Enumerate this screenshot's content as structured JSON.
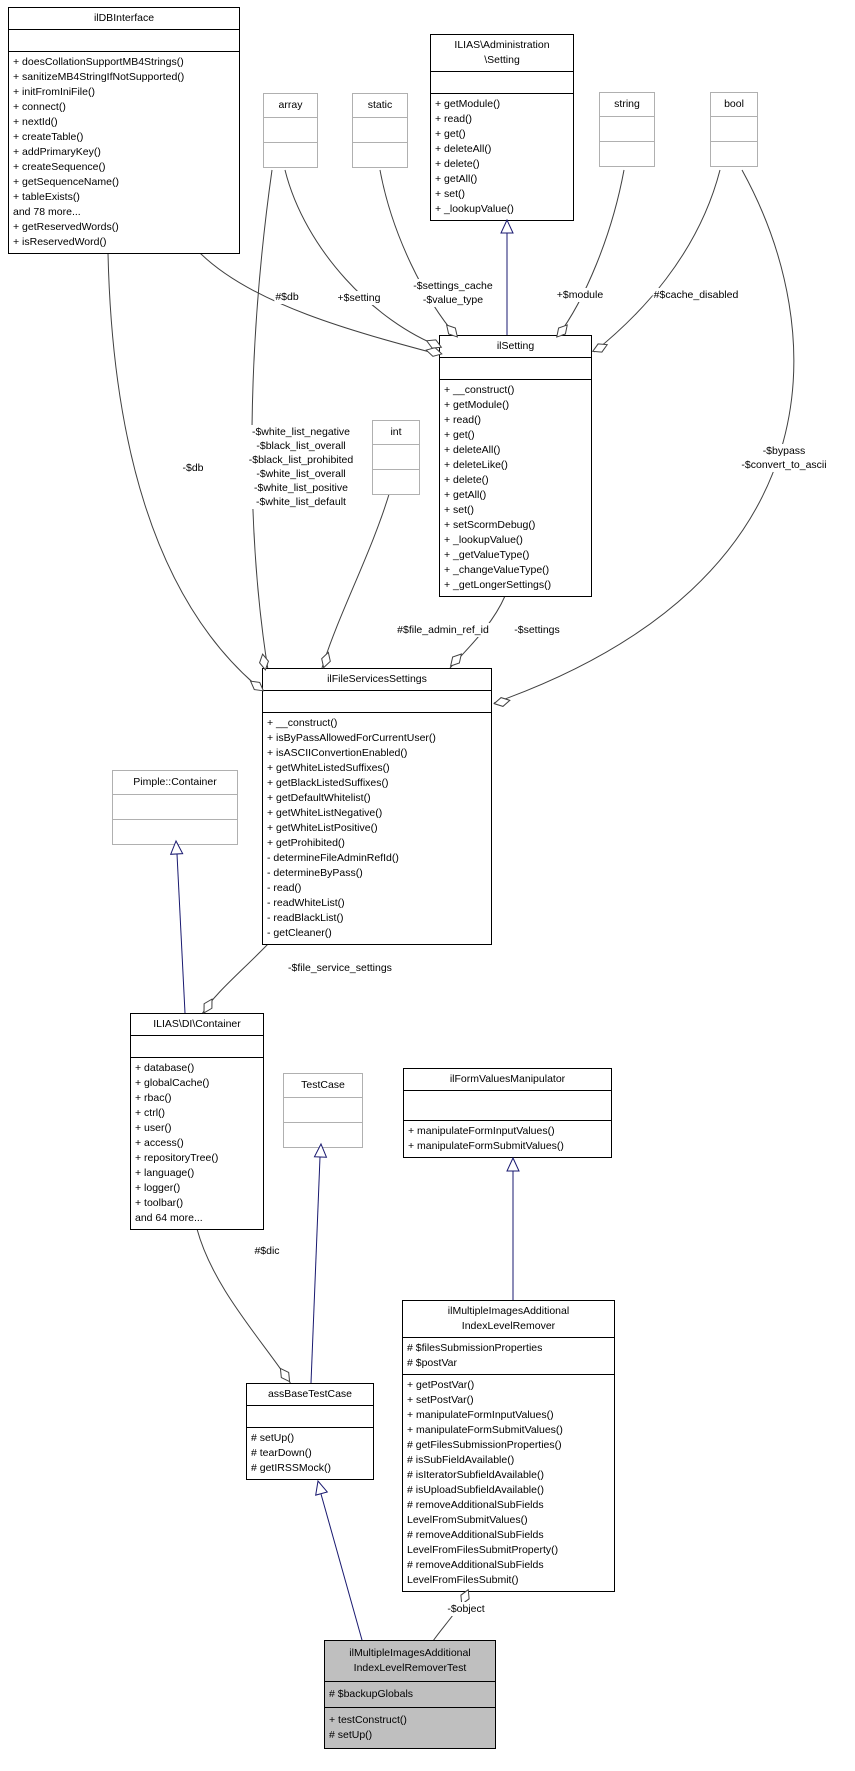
{
  "colors": {
    "inheritance_edge": "#191970",
    "member_edge": "#404040",
    "class_border": "#000000",
    "type_border": "#b0b0b0",
    "highlight_fill": "#bfbfbf"
  },
  "classes": {
    "ildbinterface": {
      "title": [
        "ilDBInterface"
      ],
      "attributes": [],
      "methods": [
        "+ doesCollationSupportMB4Strings()",
        "+ sanitizeMB4StringIfNotSupported()",
        "+ initFromIniFile()",
        "+ connect()",
        "+ nextId()",
        "+ createTable()",
        "+ addPrimaryKey()",
        "+ createSequence()",
        "+ getSequenceName()",
        "+ tableExists()",
        "and 78 more...",
        "+ getReservedWords()",
        "+ isReservedWord()"
      ]
    },
    "adminsetting": {
      "title": [
        "ILIAS\\Administration",
        "\\Setting"
      ],
      "attributes": [],
      "methods": [
        "+ getModule()",
        "+ read()",
        "+ get()",
        "+ deleteAll()",
        "+ delete()",
        "+ getAll()",
        "+ set()",
        "+ _lookupValue()"
      ]
    },
    "ilsetting": {
      "title": [
        "ilSetting"
      ],
      "attributes": [],
      "methods": [
        "+ __construct()",
        "+ getModule()",
        "+ read()",
        "+ get()",
        "+ deleteAll()",
        "+ deleteLike()",
        "+ delete()",
        "+ getAll()",
        "+ set()",
        "+ setScormDebug()",
        "+ _lookupValue()",
        "+ _getValueType()",
        "+ _changeValueType()",
        "+ _getLongerSettings()"
      ]
    },
    "filesettings": {
      "title": [
        "ilFileServicesSettings"
      ],
      "attributes": [],
      "methods": [
        "+ __construct()",
        "+ isByPassAllowedForCurrentUser()",
        "+ isASCIIConvertionEnabled()",
        "+ getWhiteListedSuffixes()",
        "+ getBlackListedSuffixes()",
        "+ getDefaultWhitelist()",
        "+ getWhiteListNegative()",
        "+ getWhiteListPositive()",
        "+ getProhibited()",
        "- determineFileAdminRefId()",
        "- determineByPass()",
        "- read()",
        "- readWhiteList()",
        "- readBlackList()",
        "- getCleaner()"
      ]
    },
    "dicontainer": {
      "title": [
        "ILIAS\\DI\\Container"
      ],
      "attributes": [],
      "methods": [
        "+ database()",
        "+ globalCache()",
        "+ rbac()",
        "+ ctrl()",
        "+ user()",
        "+ access()",
        "+ repositoryTree()",
        "+ language()",
        "+ logger()",
        "+ toolbar()",
        "and 64 more..."
      ]
    },
    "manipulator": {
      "title": [
        "ilFormValuesManipulator"
      ],
      "attributes": [],
      "methods": [
        "+ manipulateFormInputValues()",
        "+ manipulateFormSubmitValues()"
      ]
    },
    "remover": {
      "title": [
        "ilMultipleImagesAdditional",
        "IndexLevelRemover"
      ],
      "attributes": [
        "# $filesSubmissionProperties",
        "# $postVar"
      ],
      "methods": [
        "+ getPostVar()",
        "+ setPostVar()",
        "+ manipulateFormInputValues()",
        "+ manipulateFormSubmitValues()",
        "# getFilesSubmissionProperties()",
        "# isSubFieldAvailable()",
        "# isIteratorSubfieldAvailable()",
        "# isUploadSubfieldAvailable()",
        "# removeAdditionalSubFields",
        "LevelFromSubmitValues()",
        "# removeAdditionalSubFields",
        "LevelFromFilesSubmitProperty()",
        "# removeAdditionalSubFields",
        "LevelFromFilesSubmit()"
      ]
    },
    "assbase": {
      "title": [
        "assBaseTestCase"
      ],
      "attributes": [],
      "methods": [
        "# setUp()",
        "# tearDown()",
        "# getIRSSMock()"
      ]
    },
    "removertest": {
      "title": [
        "ilMultipleImagesAdditional",
        "IndexLevelRemoverTest"
      ],
      "attributes": [
        "# $backupGlobals"
      ],
      "methods": [
        "+ testConstruct()",
        "# setUp()"
      ]
    }
  },
  "types": {
    "array": {
      "label": "array"
    },
    "static": {
      "label": "static"
    },
    "string": {
      "label": "string"
    },
    "bool": {
      "label": "bool"
    },
    "int": {
      "label": "int"
    },
    "pimple": {
      "label": "Pimple::Container"
    },
    "testcase": {
      "label": "TestCase"
    }
  },
  "labels": {
    "db1": {
      "lines": [
        "#$db"
      ]
    },
    "setting": {
      "lines": [
        "+$setting"
      ]
    },
    "settingscache": {
      "lines": [
        "-$settings_cache",
        "-$value_type"
      ]
    },
    "module": {
      "lines": [
        "+$module"
      ]
    },
    "cachedisabled": {
      "lines": [
        "#$cache_disabled"
      ]
    },
    "db2": {
      "lines": [
        "-$db"
      ]
    },
    "whitelists": {
      "lines": [
        "-$white_list_negative",
        "-$black_list_overall",
        "-$black_list_prohibited",
        "-$white_list_overall",
        "-$white_list_positive",
        "-$white_list_default"
      ]
    },
    "bypass": {
      "lines": [
        "-$bypass",
        "-$convert_to_ascii"
      ]
    },
    "fileadmin": {
      "lines": [
        "#$file_admin_ref_id"
      ]
    },
    "settings": {
      "lines": [
        "-$settings"
      ]
    },
    "fileservice": {
      "lines": [
        "-$file_service_settings"
      ]
    },
    "dic": {
      "lines": [
        "#$dic"
      ]
    },
    "object": {
      "lines": [
        "-$object"
      ]
    }
  }
}
